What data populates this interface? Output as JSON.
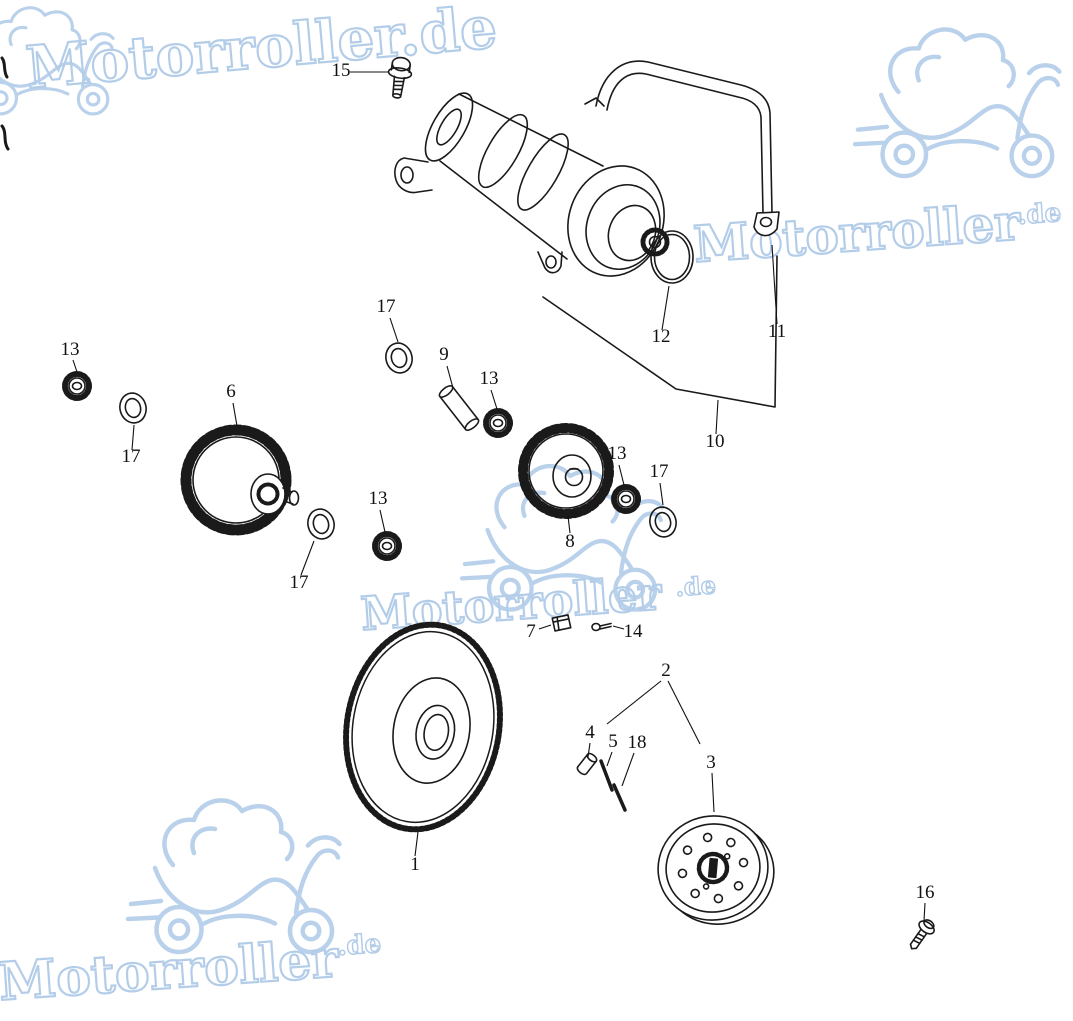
{
  "page": {
    "background": "#ffffff",
    "line_color": "#1a1a1a",
    "watermark_color": "#b3cde9"
  },
  "watermark": {
    "full": "Motorroller.de",
    "word": "Motorroller",
    "tld": ".de"
  },
  "callouts": [
    {
      "label": "15"
    },
    {
      "label": "12"
    },
    {
      "label": "11"
    },
    {
      "label": "10"
    },
    {
      "label": "17"
    },
    {
      "label": "9"
    },
    {
      "label": "13"
    },
    {
      "label": "13"
    },
    {
      "label": "17"
    },
    {
      "label": "6"
    },
    {
      "label": "13"
    },
    {
      "label": "17"
    },
    {
      "label": "8"
    },
    {
      "label": "17"
    },
    {
      "label": "13"
    },
    {
      "label": "7"
    },
    {
      "label": "14"
    },
    {
      "label": "2"
    },
    {
      "label": "4"
    },
    {
      "label": "5"
    },
    {
      "label": "18"
    },
    {
      "label": "3"
    },
    {
      "label": "1"
    },
    {
      "label": "16"
    }
  ]
}
